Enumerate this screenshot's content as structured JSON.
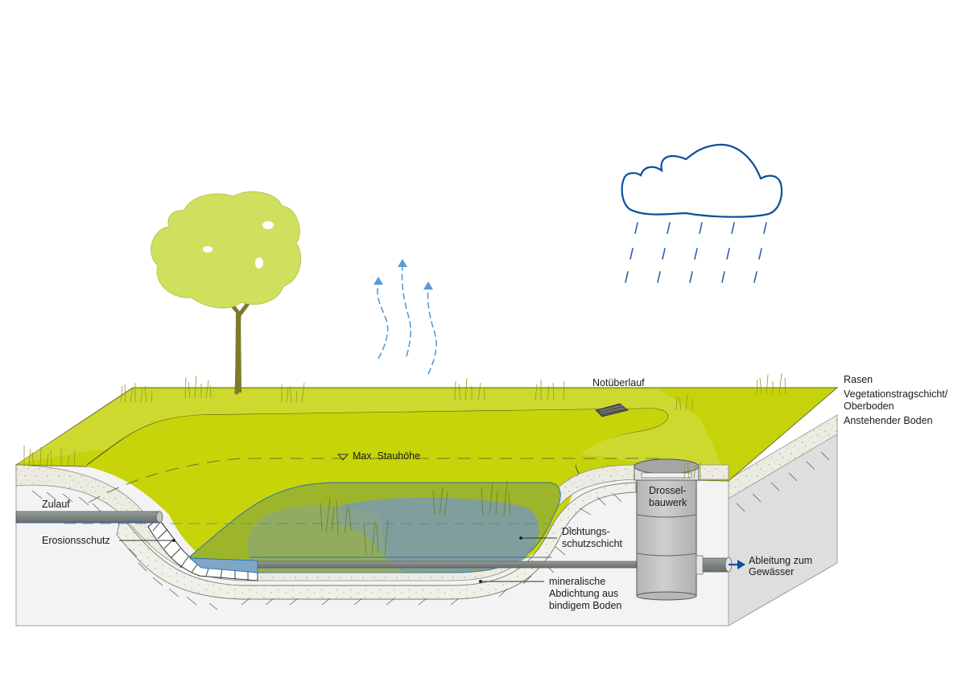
{
  "title": "Regenrückhaltebecken mit Abdichtung – Schnittdarstellung",
  "labels": {
    "rasen": "Rasen",
    "vegetation_line1": "Vegetationstragschicht/",
    "vegetation_line2": "Oberboden",
    "anstehender_boden": "Anstehender Boden",
    "notueberlauf": "Notüberlauf",
    "max_stauhoehe": "Max. Stauhöhe",
    "zulauf": "Zulauf",
    "erosionsschutz": "Erosionsschutz",
    "dichtung_line1": "Dichtungs-",
    "dichtung_line2": "schutzschicht",
    "mineral_line1": "mineralische",
    "mineral_line2": "Abdichtung aus",
    "mineral_line3": "bindigem Boden",
    "drossel_line1": "Drossel-",
    "drossel_line2": "bauwerk",
    "ableitung_line1": "Ableitung zum",
    "ableitung_line2": "Gewässer"
  },
  "icons": {
    "cloud": "rain-cloud-icon",
    "evaporation": "evaporation-arrows-icon",
    "tree": "tree-icon",
    "water_level": "water-level-triangle-icon",
    "outflow": "outflow-arrow-icon"
  },
  "colors": {
    "grass": "#c5d30a",
    "grass_light": "#d4df4f",
    "basin_vegetation": "#9db52a",
    "water": "#6f93a8",
    "soil_face": "#f3f3f3",
    "side_face": "#dedede",
    "gravel": "#eeeee4",
    "blue_accent": "#0b4f9c",
    "vapor_blue": "#5b9bd5",
    "tree_crown": "#cfdf5e",
    "trunk": "#7d7a2e",
    "concrete": "#c4c4c4",
    "pipe": "#808583"
  }
}
